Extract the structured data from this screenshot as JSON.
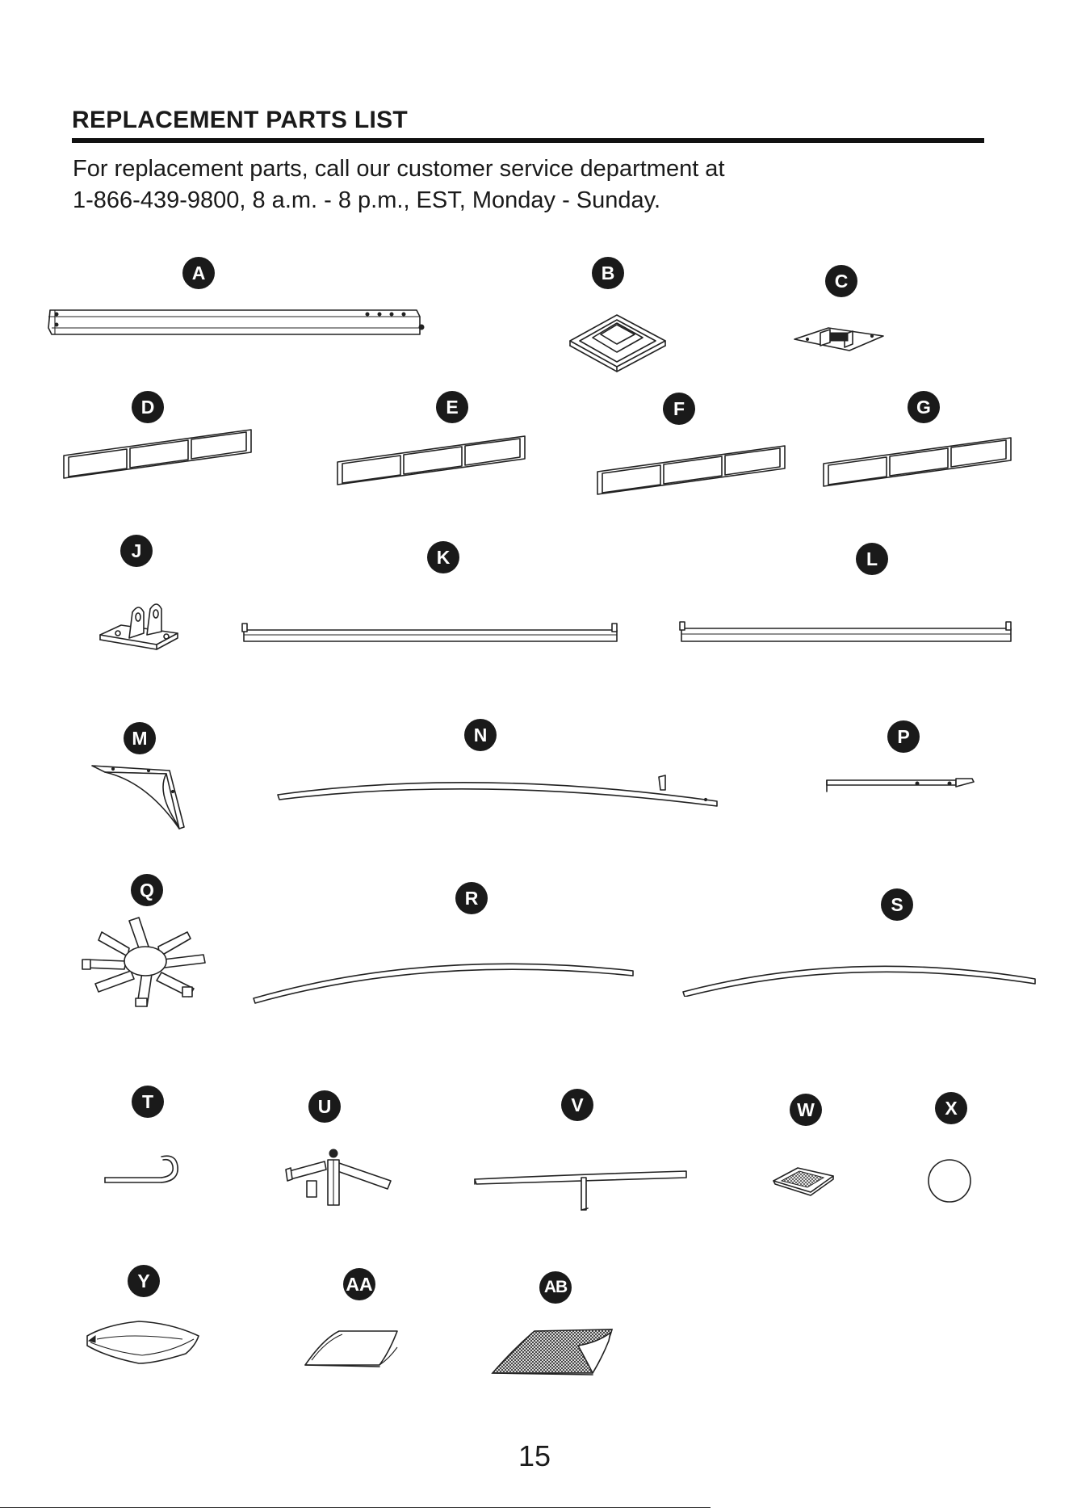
{
  "header": {
    "title": "REPLACEMENT PARTS LIST",
    "intro_line1": "For replacement parts, call our customer service department at",
    "intro_line2": "1-866-439-9800, 8 a.m. - 8 p.m., EST, Monday - Sunday."
  },
  "parts": {
    "A": "A",
    "B": "B",
    "C": "C",
    "D": "D",
    "E": "E",
    "F": "F",
    "G": "G",
    "J": "J",
    "K": "K",
    "L": "L",
    "M": "M",
    "N": "N",
    "P": "P",
    "Q": "Q",
    "R": "R",
    "S": "S",
    "T": "T",
    "U": "U",
    "V": "V",
    "W": "W",
    "X": "X",
    "Y": "Y",
    "AA": "AA",
    "AB": "AB"
  },
  "footer": {
    "page_number": "15"
  }
}
